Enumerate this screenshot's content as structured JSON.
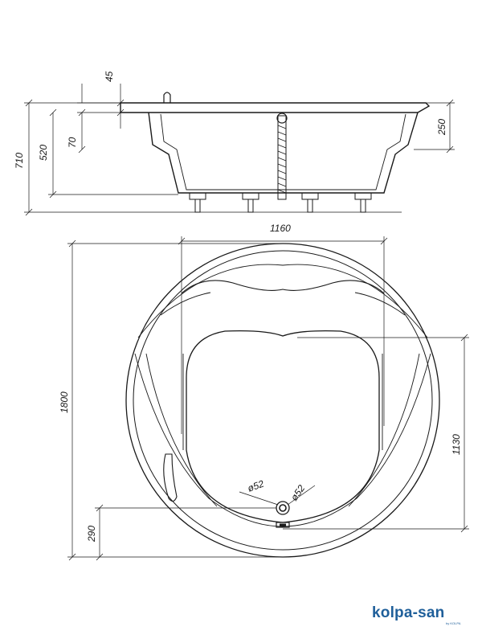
{
  "dimensions": {
    "rim_thickness": "45",
    "total_height": "710",
    "inner_depth": "520",
    "step_offset": "70",
    "side_height": "250",
    "inner_width": "1160",
    "outer_diameter": "1800",
    "seat_length": "1130",
    "drain_offset": "290",
    "drain_dia_1": "ø52",
    "drain_dia_2": "ø52"
  },
  "brand": {
    "name": "kolpa-san",
    "sub": "by KOLPA"
  },
  "colors": {
    "line": "#1a1a1a",
    "brand": "#1f5f9a"
  }
}
